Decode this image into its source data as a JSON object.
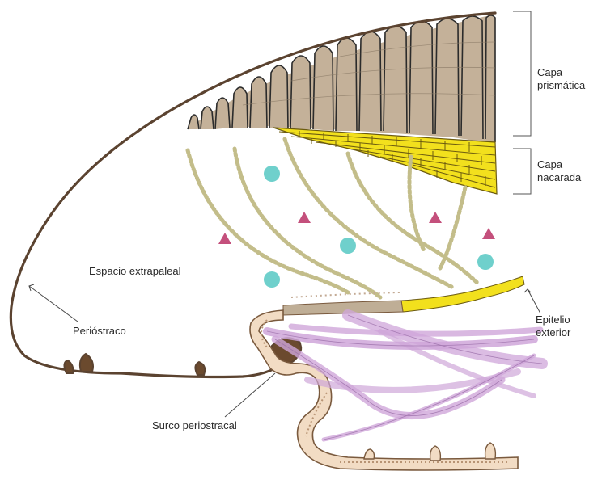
{
  "labels": {
    "prismatic_line1": "Capa",
    "prismatic_line2": "prismática",
    "nacre_line1": "Capa",
    "nacre_line2": "nacarada",
    "extrapallial": "Espacio extrapaleal",
    "periostracum": "Perióstraco",
    "epithelium_line1": "Epitelio",
    "epithelium_line2": "exterior",
    "groove": "Surco periostracal"
  },
  "colors": {
    "shell_outline": "#5b4330",
    "prism_fill": "#c4b199",
    "nacre_fill": "#f2e01d",
    "nacre_stroke": "#6b5a10",
    "beads": "#c3bd8a",
    "circle_marker": "#6fd0cc",
    "triangle_marker": "#c4507c",
    "epithelium_fill": "#f2dcc4",
    "epithelium_stroke": "#7a5a3e",
    "muscle": "#cfa6d9",
    "label_text": "#2a2a2a",
    "bracket": "#555555"
  }
}
